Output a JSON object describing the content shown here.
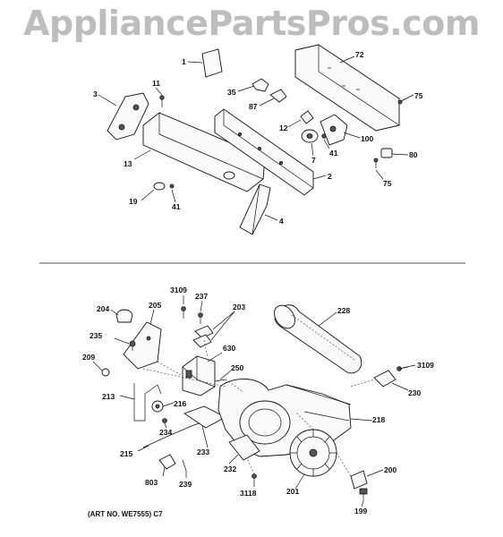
{
  "watermark": "AppliancePartsPros.com",
  "caption": "(ART NO. WE7555) C7",
  "labels": {
    "p1": "1",
    "p72": "72",
    "p11": "11",
    "p3": "3",
    "p35": "35",
    "p75a": "75",
    "p87": "87",
    "p12": "12",
    "p100": "100",
    "p41a": "41",
    "p7": "7",
    "p80": "80",
    "p13": "13",
    "p2": "2",
    "p75b": "75",
    "p19": "19",
    "p41b": "41",
    "p4": "4",
    "p3109a": "3109",
    "p237": "237",
    "p203": "203",
    "p204": "204",
    "p205": "205",
    "p228": "228",
    "p235": "235",
    "p630": "630",
    "p209": "209",
    "p250": "250",
    "p3109b": "3109",
    "p230": "230",
    "p213": "213",
    "p216": "216",
    "p218": "218",
    "p234": "234",
    "p233": "233",
    "p215": "215",
    "p232": "232",
    "p200": "200",
    "p803": "803",
    "p239": "239",
    "p3118": "3118",
    "p201": "201",
    "p199": "199"
  }
}
